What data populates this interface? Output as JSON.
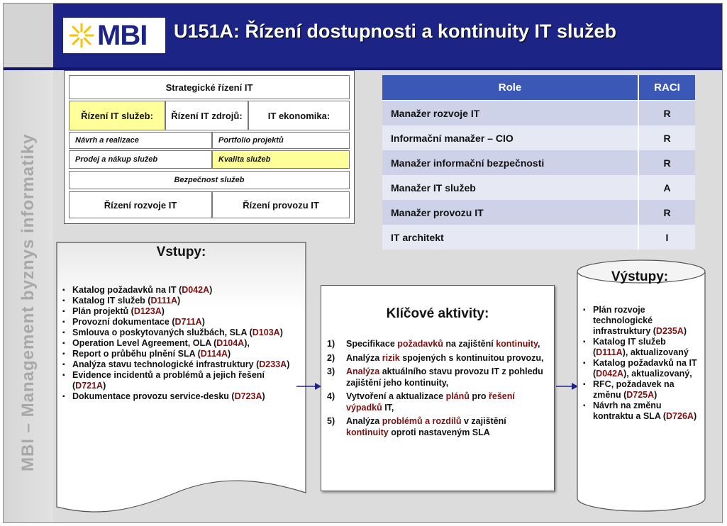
{
  "title": "U151A: Řízení dostupnosti a kontinuity IT služeb",
  "logo_text": "MBI",
  "side_text": "MBI – Management byznys informatiky",
  "colors": {
    "header": "#1c2486",
    "highlight": "#ffff99",
    "table_header": "#3b58b6",
    "code": "#7a1010"
  },
  "org": {
    "top": "Strategické řízení IT",
    "row2": [
      "Řízení IT služeb:",
      "Řízení IT zdrojů:",
      "IT ekonomika:"
    ],
    "row3": [
      "Návrh a realizace",
      "Portfolio projektů"
    ],
    "row4": [
      "Prodej a nákup služeb",
      "Kvalita služeb"
    ],
    "row5": "Bezpečnost služeb",
    "row6": [
      "Řízení rozvoje IT",
      "Řízení provozu IT"
    ]
  },
  "raci": {
    "header": {
      "role": "Role",
      "raci": "RACI"
    },
    "rows": [
      {
        "role": "Manažer rozvoje IT",
        "value": "R"
      },
      {
        "role": "Informační manažer – CIO",
        "value": "R"
      },
      {
        "role": "Manažer informační bezpečnosti",
        "value": "R"
      },
      {
        "role": "Manažer IT služeb",
        "value": "A"
      },
      {
        "role": "Manažer provozu IT",
        "value": "R"
      },
      {
        "role": "IT architekt",
        "value": "I"
      }
    ]
  },
  "inputs": {
    "title": "Vstupy:",
    "items": [
      {
        "text": "Katalog požadavků na IT",
        "code": "D042A"
      },
      {
        "text": "Katalog IT služeb",
        "code": "D111A"
      },
      {
        "text": "Plán projektů",
        "code": "D123A"
      },
      {
        "text": "Provozní dokumentace",
        "code": "D711A"
      },
      {
        "text": "Smlouva o poskytovaných službách, SLA",
        "code": "D103A"
      },
      {
        "text": "Operation Level Agreement, OLA",
        "code": "D104A"
      },
      {
        "text": "Report o průběhu plnění SLA",
        "code": "D114A"
      },
      {
        "text": "Analýza stavu technologické infrastruktury",
        "code": "D233A"
      },
      {
        "text": "Evidence incidentů a problémů a jejich řešení",
        "code": "D721A"
      },
      {
        "text": "Dokumentace provozu service-desku",
        "code": "D723A"
      }
    ]
  },
  "activities": {
    "title": "Klíčové aktivity:",
    "items": [
      {
        "num": "1)",
        "a": "Specifikace ",
        "b": "požadavků",
        "c": " na zajištění ",
        "d": "kontinuity",
        "e": ","
      },
      {
        "num": "2)",
        "a": "Analýza ",
        "b": "rizik",
        "c": " spojených s kontinuitou provozu,",
        "d": "",
        "e": ""
      },
      {
        "num": "3)",
        "a": "",
        "b": "Analýza",
        "c": " aktuálního stavu provozu IT z pohledu zajištění jeho kontinuity,",
        "d": "",
        "e": ""
      },
      {
        "num": "4)",
        "a": "Vytvoření a aktualizace ",
        "b": "plánů",
        "c": " pro ",
        "d": "řešení výpadků",
        "e": " IT,"
      },
      {
        "num": "5)",
        "a": "Analýza ",
        "b": "problémů a rozdílů",
        "c": " v zajištění ",
        "d": "kontinuity",
        "e": " oproti nastaveným SLA"
      }
    ]
  },
  "outputs": {
    "title": "Výstupy:",
    "items": [
      {
        "text": "Plán rozvoje technologické infrastruktury",
        "code": "D235A",
        "suffix": ""
      },
      {
        "text": "Katalog IT služeb",
        "code": "D111A",
        "suffix": ", aktualizovaný"
      },
      {
        "text": "Katalog požadavků na IT",
        "code": "D042A",
        "suffix": ", aktualizovaný,"
      },
      {
        "text": "RFC, požadavek na změnu",
        "code": "D725A",
        "suffix": ""
      },
      {
        "text": "Návrh na změnu kontraktu a SLA",
        "code": "D726A",
        "suffix": ""
      }
    ]
  }
}
